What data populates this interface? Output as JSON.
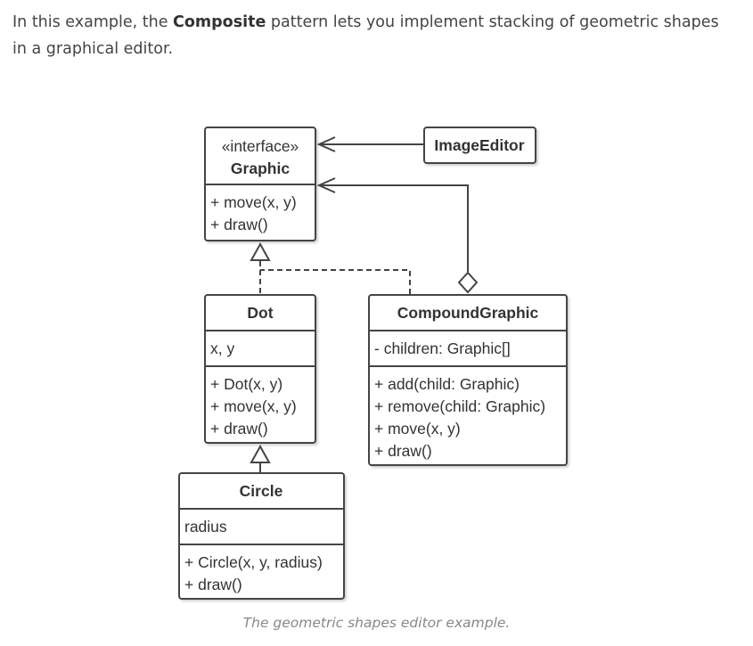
{
  "intro": {
    "before": "In this example, the ",
    "bold": "Composite",
    "after": " pattern lets you implement stacking of geometric shapes in a graphical editor."
  },
  "diagram": {
    "graphic": {
      "stereotype": "«interface»",
      "name": "Graphic",
      "methods": [
        "+ move(x, y)",
        "+ draw()"
      ]
    },
    "image_editor": {
      "name": "ImageEditor"
    },
    "dot": {
      "name": "Dot",
      "fields": [
        "x, y"
      ],
      "methods": [
        "+ Dot(x, y)",
        "+ move(x, y)",
        "+ draw()"
      ]
    },
    "compound_graphic": {
      "name": "CompoundGraphic",
      "fields": [
        "- children: Graphic[]"
      ],
      "methods": [
        "+ add(child: Graphic)",
        "+ remove(child: Graphic)",
        "+ move(x, y)",
        "+ draw()"
      ]
    },
    "circle": {
      "name": "Circle",
      "fields": [
        "radius"
      ],
      "methods": [
        "+ Circle(x, y, radius)",
        "+ draw()"
      ]
    }
  },
  "caption": "The geometric shapes editor example."
}
